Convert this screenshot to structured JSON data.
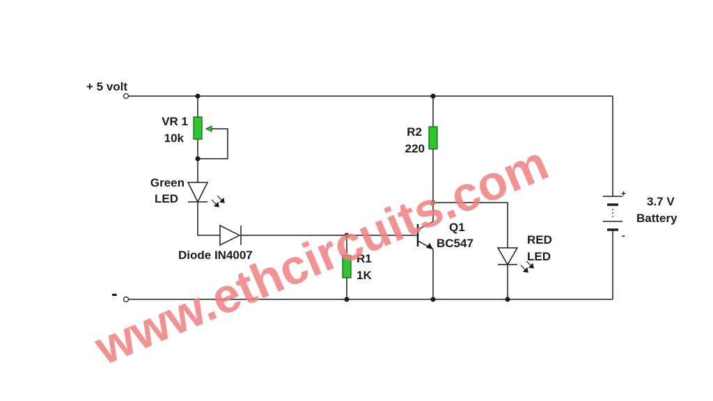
{
  "diagram": {
    "supply_positive_label": "+ 5 volt",
    "supply_negative_label": "-",
    "vr1": {
      "ref": "VR 1",
      "value": "10k"
    },
    "green_led": {
      "line1": "Green",
      "line2": "LED"
    },
    "diode": {
      "label": "Diode IN4007"
    },
    "r1": {
      "ref": "R1",
      "value": "1K"
    },
    "r2": {
      "ref": "R2",
      "value": "220"
    },
    "q1": {
      "ref": "Q1",
      "part": "BC547"
    },
    "red_led": {
      "line1": "RED",
      "line2": "LED"
    },
    "battery": {
      "line1": "3.7 V",
      "line2": "Battery",
      "plus": "+",
      "minus": "-"
    },
    "watermark": "www.ethcircuits.com"
  },
  "colors": {
    "resistor_fill": "#2ec52e",
    "resistor_stroke": "#0d5a0d",
    "wire": "#1a1a1a",
    "watermark": "#f08080"
  }
}
